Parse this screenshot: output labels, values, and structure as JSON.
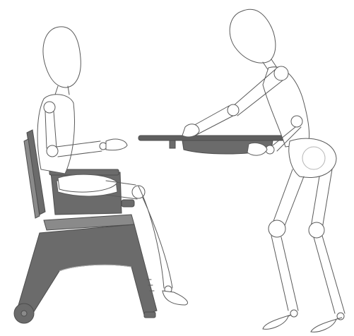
{
  "scene": {
    "colors": {
      "outline": "#5a5a5a",
      "chair": "#6b6b6b",
      "chair_dark": "#4d4d4d",
      "tray": "#5f5f5f",
      "background": "#ffffff"
    },
    "figures": [
      "seated-mannequin",
      "standing-mannequin"
    ],
    "objects": [
      "high-chair",
      "removable-tray"
    ]
  }
}
